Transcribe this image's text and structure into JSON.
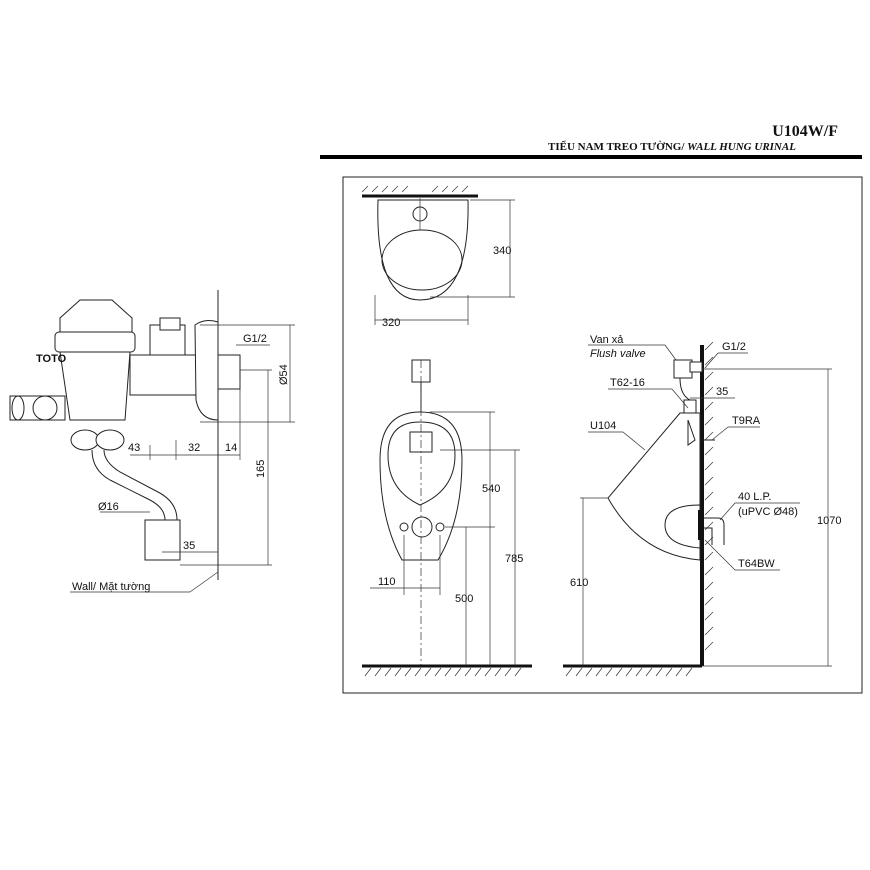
{
  "header": {
    "model": "U104W/F",
    "subtitle_vi": "TIỂU NAM TREO TƯỜNG/ ",
    "subtitle_en": "WALL HUNG URINAL"
  },
  "valve_detail": {
    "logo": "TOTO",
    "thread": "G1/2",
    "diameter": "Ø54",
    "dim_43": "43",
    "dim_32": "32",
    "dim_14": "14",
    "dim_165": "165",
    "pipe_diameter": "Ø16",
    "dim_35": "35",
    "wall_label": "Wall/ Mặt tường"
  },
  "top_view": {
    "depth": "340",
    "width": "320"
  },
  "front_view": {
    "dim_540": "540",
    "dim_785": "785",
    "dim_110": "110",
    "dim_500": "500"
  },
  "side_view": {
    "valve_vi": "Van xả",
    "valve_en": "Flush valve",
    "thread": "G1/2",
    "pipe": "T62-16",
    "offset": "35",
    "urinal": "U104",
    "hanger": "T9RA",
    "outlet": "40 L.P.",
    "outlet_pipe": "(uPVC Ø48)",
    "trap": "T64BW",
    "height_610": "610",
    "height_1070": "1070"
  }
}
